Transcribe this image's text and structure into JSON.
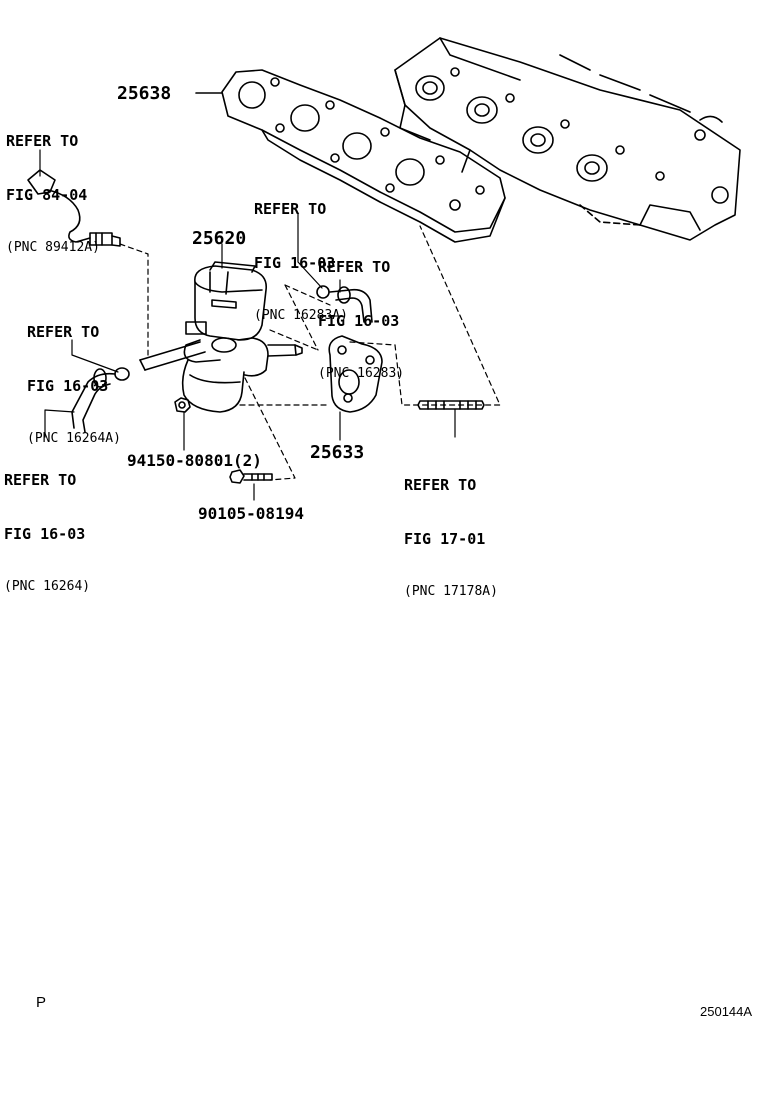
{
  "colors": {
    "ink": "#000000",
    "paper": "#ffffff"
  },
  "parts": {
    "p25638": "25638",
    "p25620": "25620",
    "p25633": "25633",
    "p94150": "94150-80801(2)",
    "p90105": "90105-08194"
  },
  "refs": {
    "fig8404": {
      "line1": "REFER TO",
      "line2": "FIG 84-04",
      "pnc": "(PNC 89412A)"
    },
    "fig1603a": {
      "line1": "REFER TO",
      "line2": "FIG 16-03",
      "pnc": "(PNC 16283A)"
    },
    "fig1603b": {
      "line1": "REFER TO",
      "line2": "FIG 16-03",
      "pnc": "(PNC 16283)"
    },
    "fig1603c": {
      "line1": "REFER TO",
      "line2": "FIG 16-03",
      "pnc": "(PNC 16264A)"
    },
    "fig1603d": {
      "line1": "REFER TO",
      "line2": "FIG 16-03",
      "pnc": "(PNC 16264)"
    },
    "fig1701": {
      "line1": "REFER TO",
      "line2": "FIG 17-01",
      "pnc": "(PNC 17178A)"
    }
  },
  "footer": {
    "left_mark": "P",
    "diagram_code": "250144A"
  }
}
